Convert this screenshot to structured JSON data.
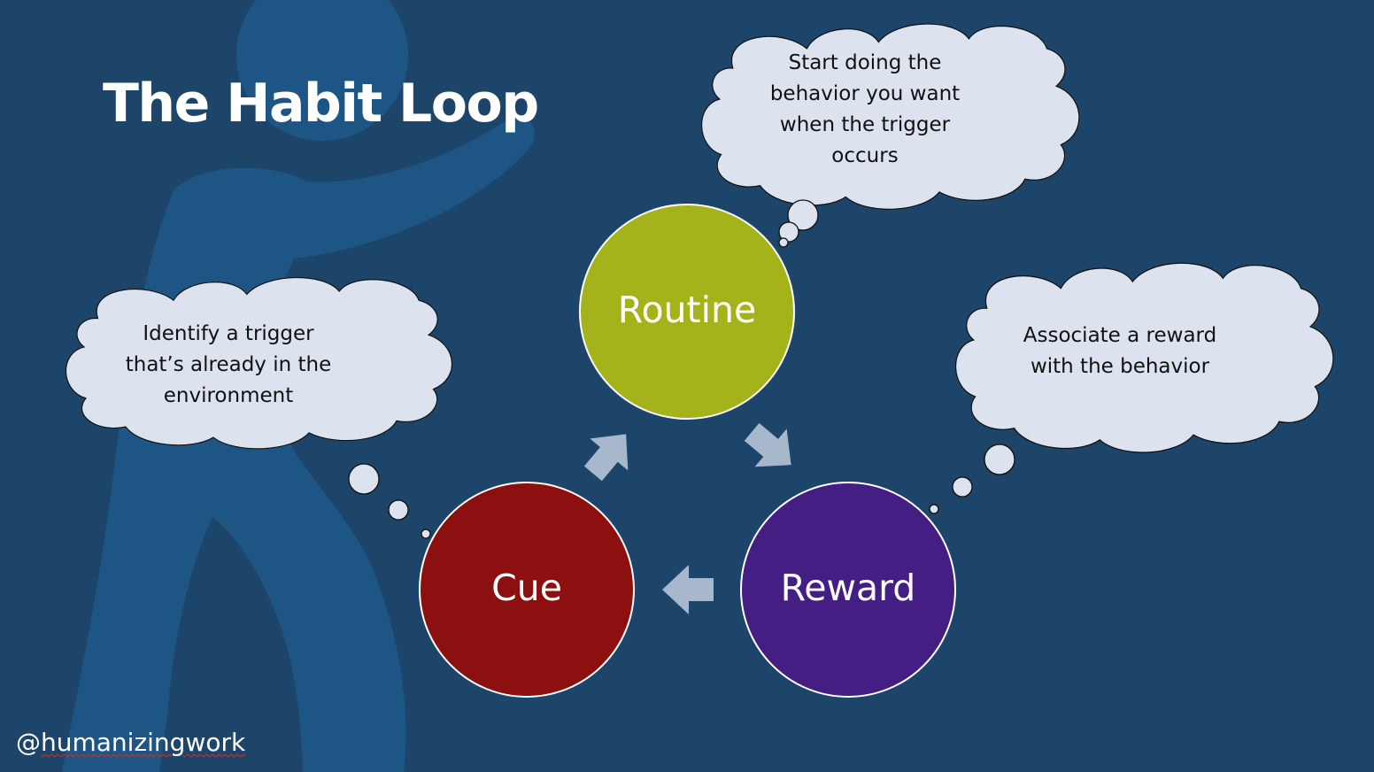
{
  "title": "The Habit Loop",
  "nodes": {
    "routine": {
      "label": "Routine",
      "color": "#a5b31a"
    },
    "reward": {
      "label": "Reward",
      "color": "#451e84"
    },
    "cue": {
      "label": "Cue",
      "color": "#8d1010"
    }
  },
  "thoughts": {
    "routine": [
      "Start doing the",
      "behavior you want",
      "when the trigger",
      "occurs"
    ],
    "reward": [
      "Associate a reward",
      "with the behavior"
    ],
    "cue": [
      "Identify a trigger",
      "that’s already in the",
      "environment"
    ]
  },
  "footer": {
    "handle_prefix": "@",
    "handle_name": "humanizingwork"
  },
  "colors": {
    "background": "#1c4569",
    "figure": "#1d5685",
    "cloud_fill": "#dde3ee",
    "arrow": "#a8b8cc"
  }
}
